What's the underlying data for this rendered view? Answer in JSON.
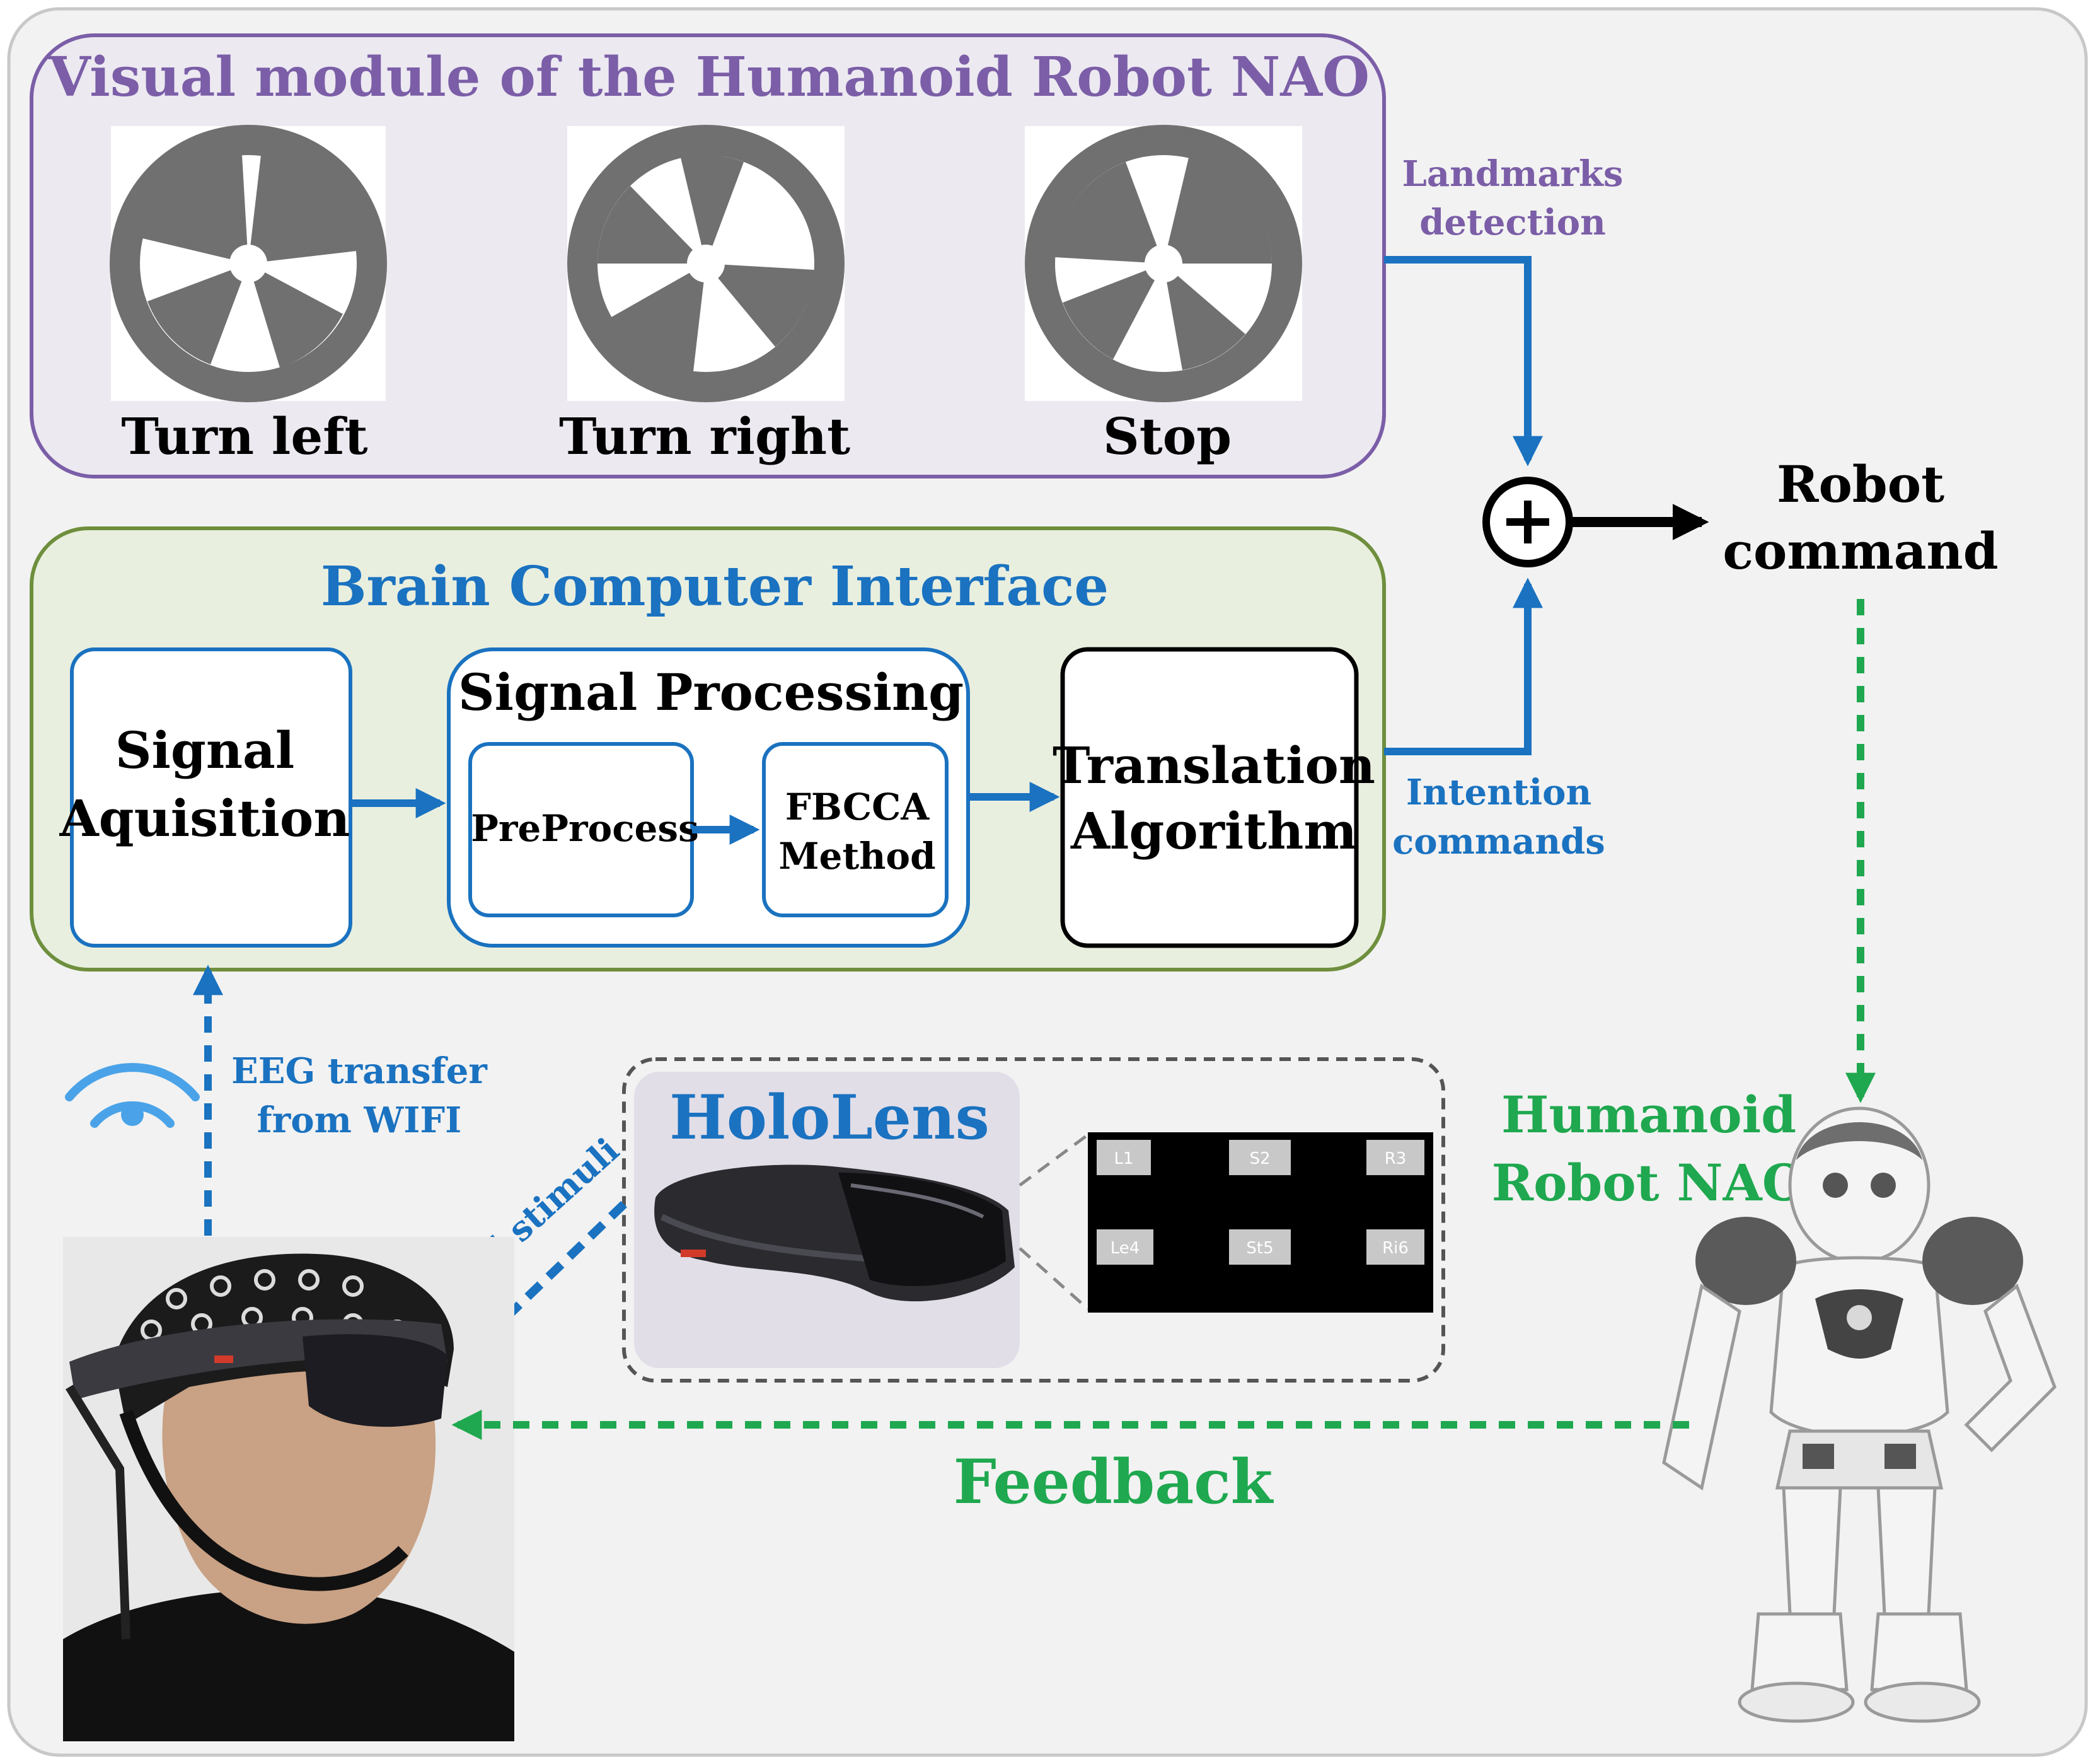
{
  "colors": {
    "purple": "#7b5ea7",
    "blue": "#1a72c0",
    "green": "#1fa84f",
    "black": "#000000",
    "panel_bg": "#f2f2f2",
    "visual_bg": "#ece9f1",
    "bci_bg": "#e9efdf",
    "bci_border": "#6e8f3d",
    "marker_gray": "#707070"
  },
  "visual_module": {
    "title": "Visual module of the Humanoid Robot NAO",
    "markers": [
      {
        "label": "Turn left",
        "icon": "landmark-turn-left-icon"
      },
      {
        "label": "Turn right",
        "icon": "landmark-turn-right-icon"
      },
      {
        "label": "Stop",
        "icon": "landmark-stop-icon"
      }
    ]
  },
  "landmarks_label": [
    "Landmarks",
    "detection"
  ],
  "robot_command": [
    "Robot",
    "command"
  ],
  "bci": {
    "title": "Brain Computer Interface",
    "signal_acquisition": [
      "Signal",
      "Aquisition"
    ],
    "signal_processing": "Signal Processing",
    "preprocess": "PreProcess",
    "fbcca": [
      "FBCCA",
      "Method"
    ],
    "translation": [
      "Translation",
      "Algorithm"
    ]
  },
  "intention_label": [
    "Intention",
    "commands"
  ],
  "eeg_label": [
    "EEG transfer",
    "from WIFI"
  ],
  "hololens": {
    "title": "HoloLens",
    "screen_buttons": [
      "L1",
      "S2",
      "R3",
      "Le4",
      "St5",
      "Ri6"
    ]
  },
  "visual_stimuli_label": "Visual stimuli",
  "nao_label": [
    "Humanoid",
    "Robot NAO"
  ],
  "feedback_label": "Feedback"
}
